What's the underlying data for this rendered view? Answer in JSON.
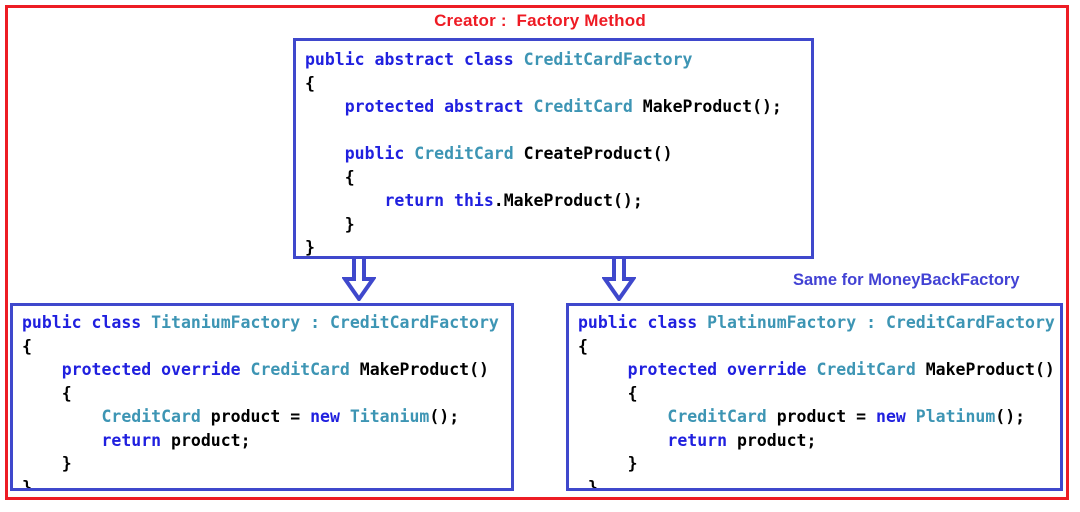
{
  "diagram": {
    "title": "Creator :  Factory Method",
    "border_color": "#ed1c24",
    "box_border_color": "#3f48cc",
    "note": "Same for MoneyBackFactory",
    "note_color": "#4242d4",
    "arrow_icon": "down-arrow-icon"
  },
  "colors": {
    "keyword": "#2020df",
    "type": "#3d95b4",
    "identifier": "#000000",
    "title_red": "#ed1c24",
    "box_blue": "#3f48cc"
  },
  "boxes": {
    "creator": {
      "name": "CreditCardFactory",
      "code": "public abstract class CreditCardFactory\n{\n    protected abstract CreditCard MakeProduct();\n\n    public CreditCard CreateProduct()\n    {\n        return this.MakeProduct();\n    }\n}"
    },
    "titanium": {
      "name": "TitaniumFactory",
      "code": "public class TitaniumFactory : CreditCardFactory\n{\n    protected override CreditCard MakeProduct()\n    {\n        CreditCard product = new Titanium();\n        return product;\n    }\n}"
    },
    "platinum": {
      "name": "PlatinumFactory",
      "code": "public class PlatinumFactory : CreditCardFactory\n{\n     protected override CreditCard MakeProduct()\n     {\n         CreditCard product = new Platinum();\n         return product;\n     }\n }"
    }
  }
}
